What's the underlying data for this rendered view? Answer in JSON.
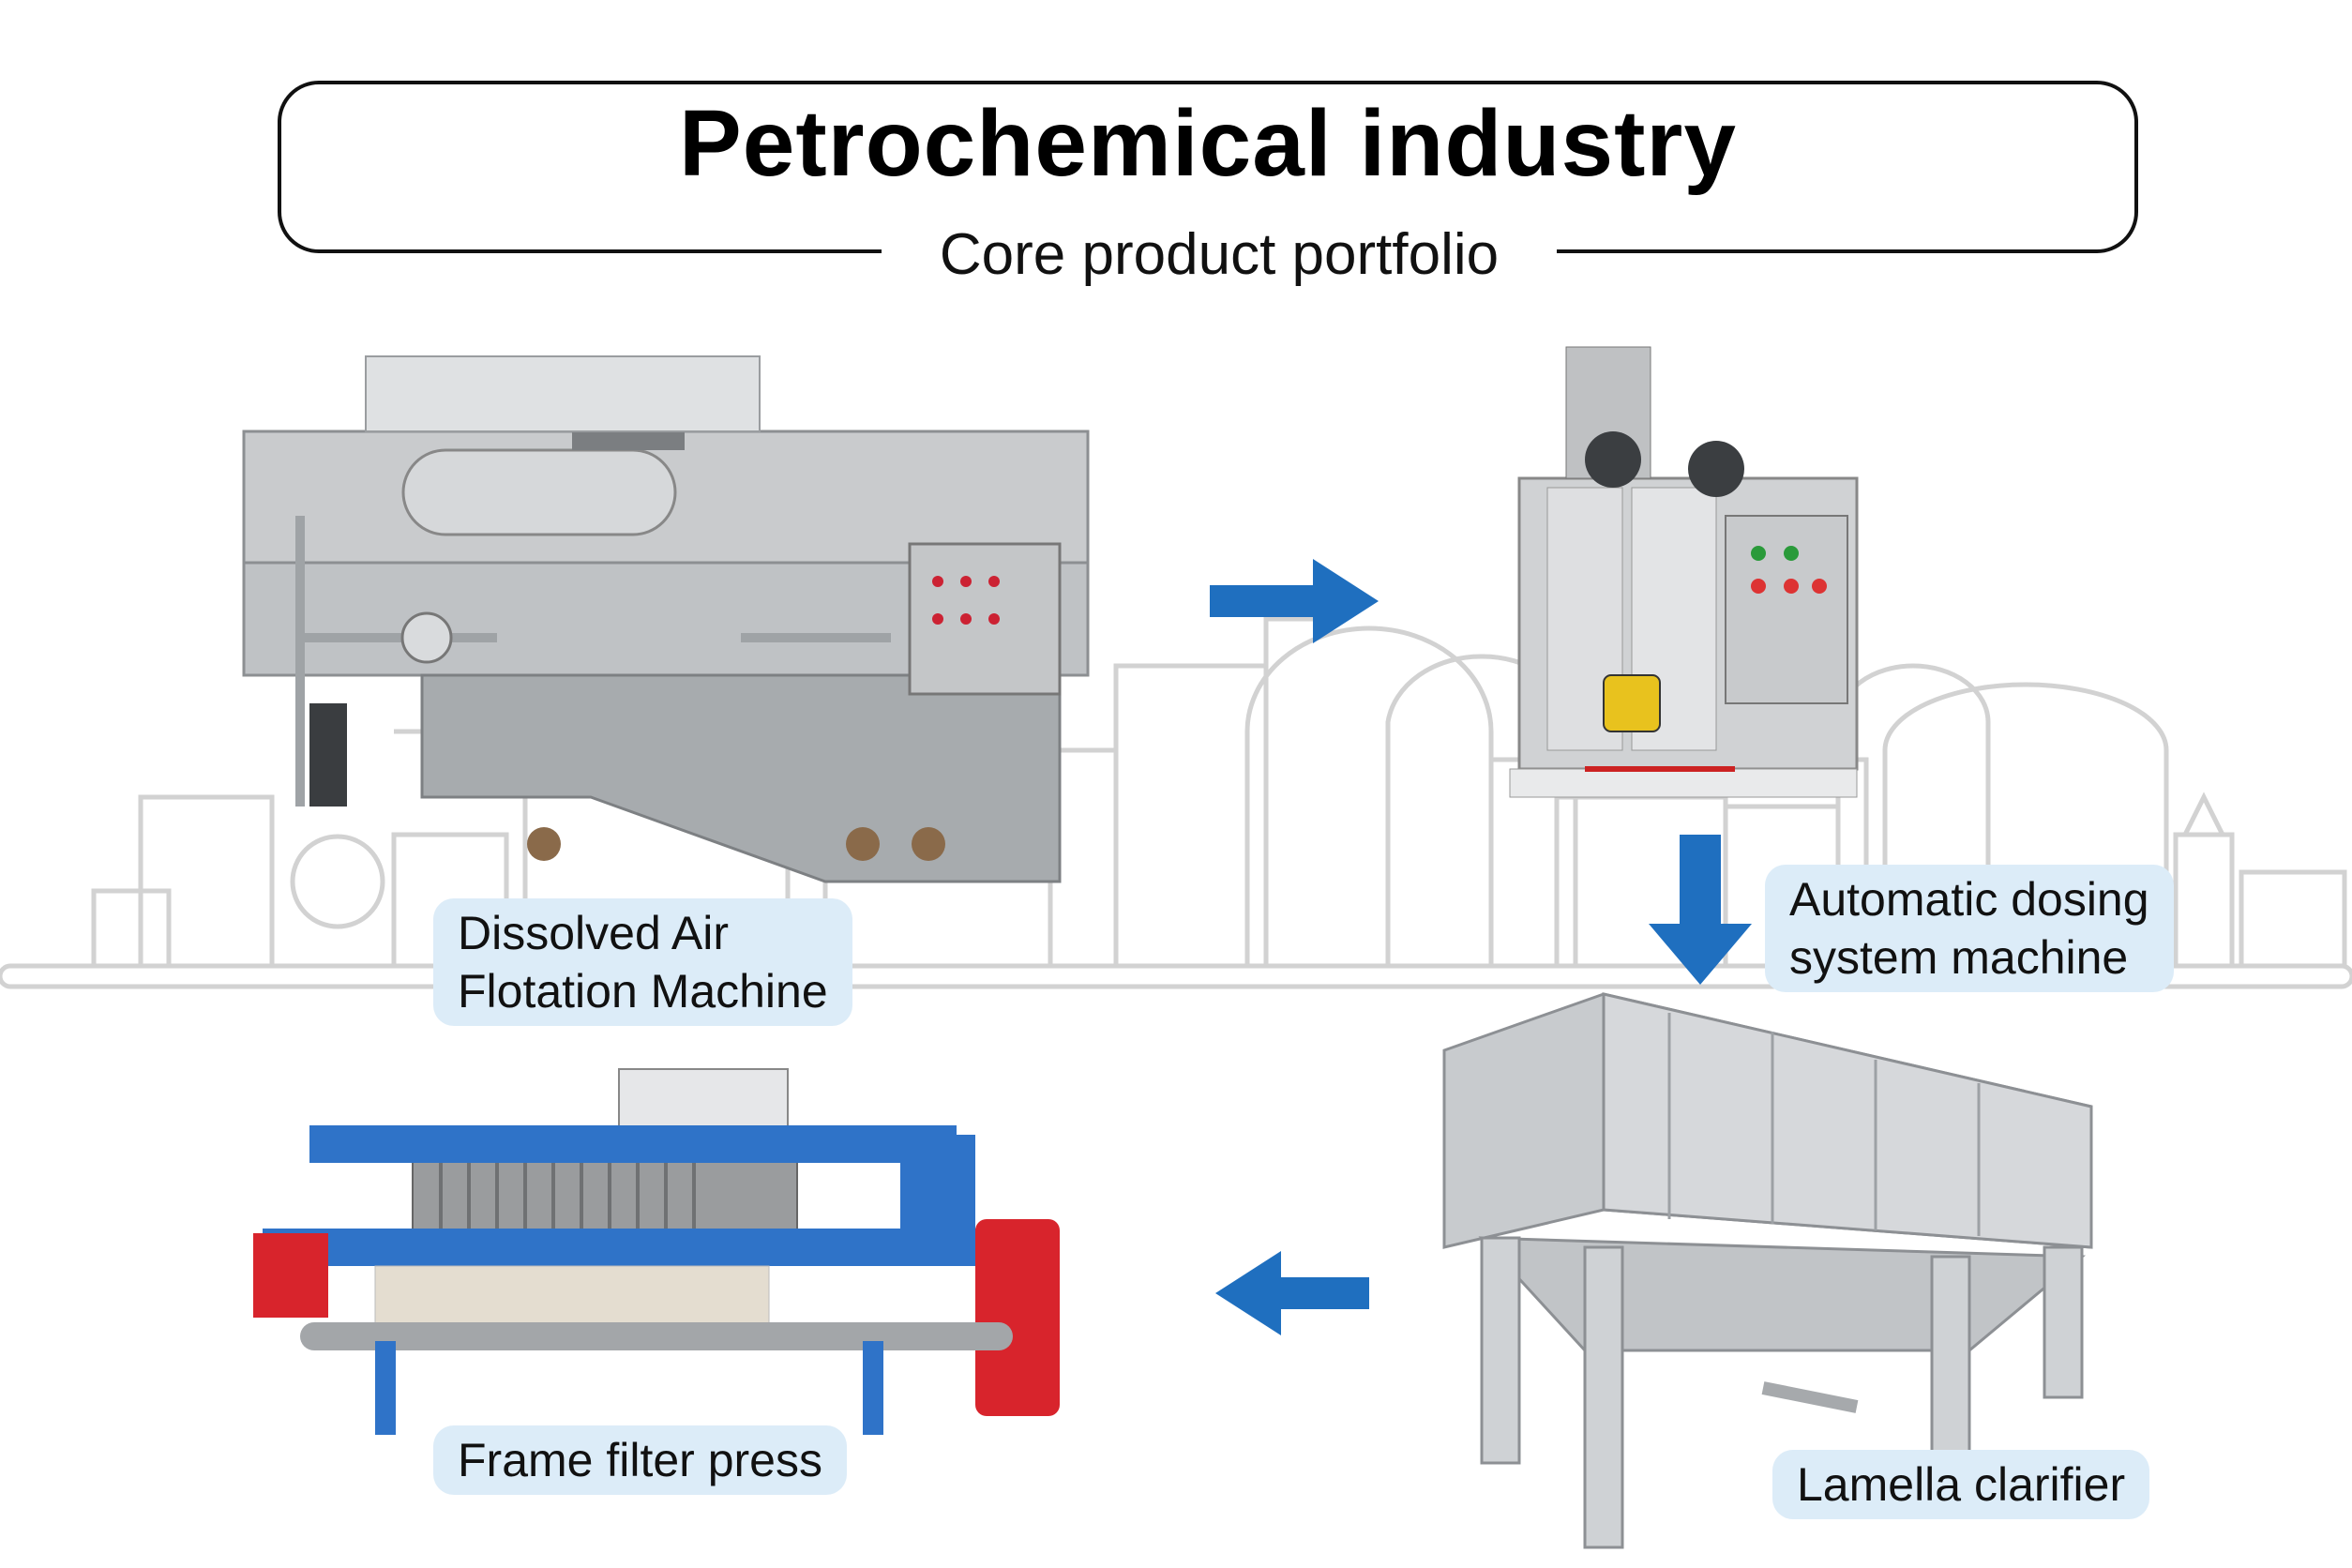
{
  "header": {
    "title": "Petrochemical industry",
    "subtitle": "Core product portfolio"
  },
  "products": {
    "daf": {
      "label_line1": "Dissolved Air",
      "label_line2": "Flotation Machine"
    },
    "dosing": {
      "label_line1": "Automatic dosing",
      "label_line2": "system machine"
    },
    "clarifier": {
      "label": "Lamella clarifier"
    },
    "filter_press": {
      "label": "Frame filter press"
    }
  },
  "colors": {
    "label_bg": "#dcecf8",
    "arrow_blue": "#1f6fbf",
    "outline_gray": "#d2d2d2",
    "steel": "#b9bcbf",
    "press_blue": "#2f73c8",
    "press_red": "#d8242c"
  },
  "flow_arrows": [
    "arrow-right-icon",
    "arrow-down-icon",
    "arrow-left-icon"
  ]
}
